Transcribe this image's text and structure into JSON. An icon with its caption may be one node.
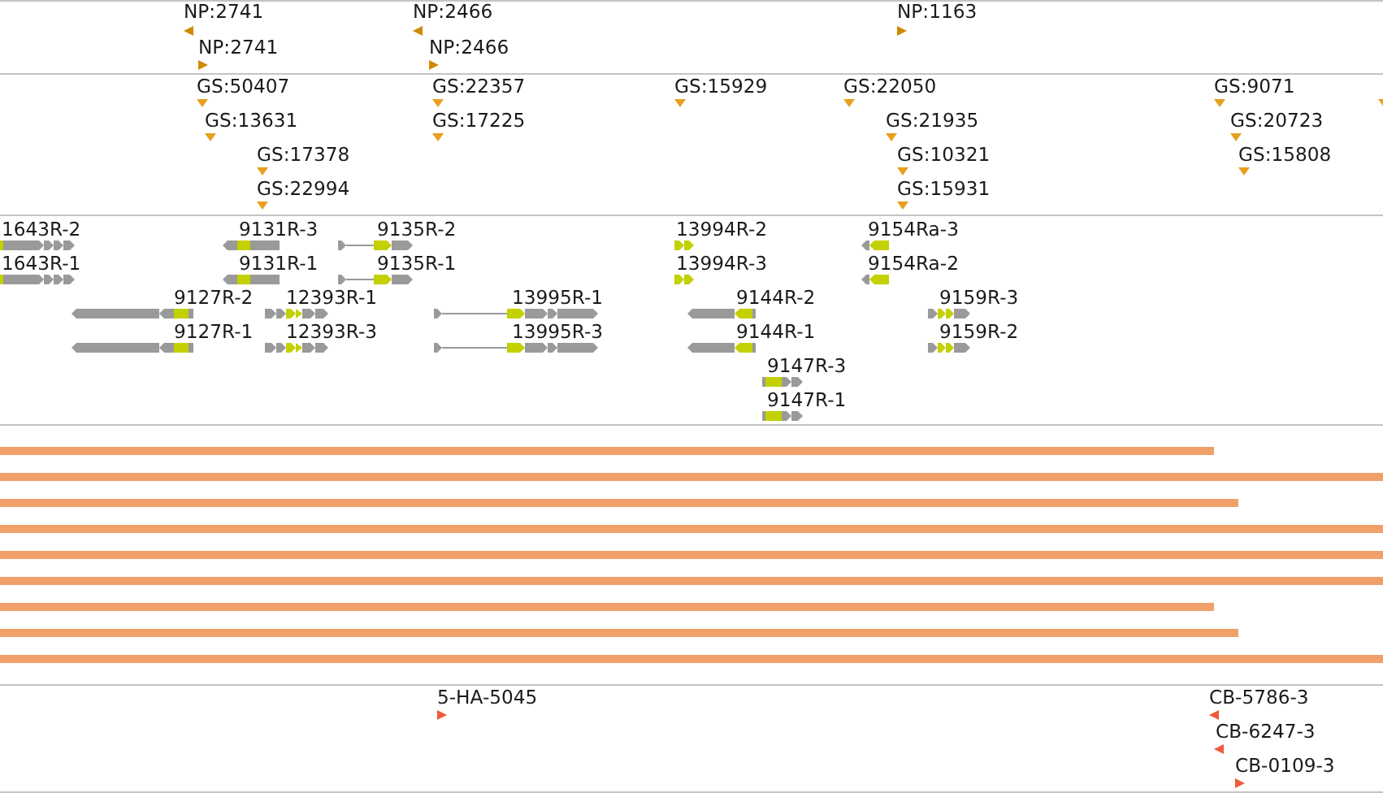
{
  "diagram": {
    "labels": [
      "NP:2741",
      "NP:2466",
      "NP:1163",
      "NP:2741",
      "NP:2466",
      "GS:50407",
      "GS:22357",
      "GS:15929",
      "GS:22050",
      "GS:9071",
      "GS:13631",
      "GS:17225",
      "GS:21935",
      "GS:20723",
      "GS:17378",
      "GS:10321",
      "GS:15808",
      "GS:22994",
      "GS:15931",
      "1643R-2",
      "9131R-3",
      "9135R-2",
      "13994R-2",
      "9154Ra-3",
      "1643R-1",
      "9131R-1",
      "9135R-1",
      "13994R-3",
      "9154Ra-2",
      "9127R-2",
      "12393R-1",
      "13995R-1",
      "9144R-2",
      "9159R-3",
      "9127R-1",
      "12393R-3",
      "13995R-3",
      "9144R-1",
      "9159R-2",
      "9147R-3",
      "9147R-1",
      "5-HA-5045",
      "CB-5786-3",
      "CB-6247-3",
      "CB-0109-3"
    ]
  }
}
